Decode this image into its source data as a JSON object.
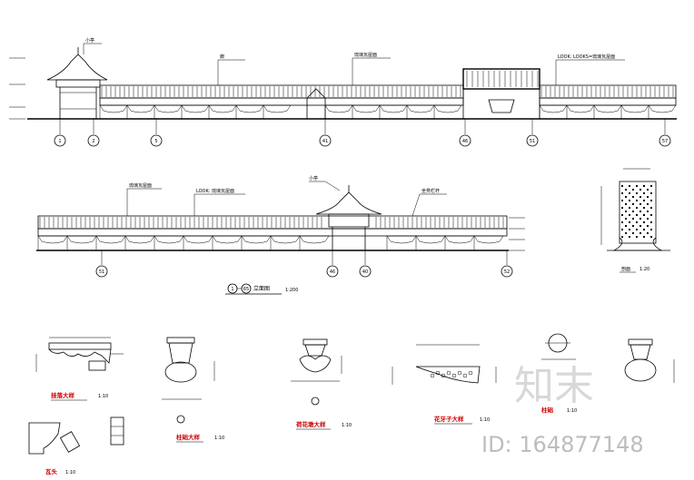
{
  "elevation1": {
    "axes": [
      "1",
      "2",
      "5",
      "41",
      "46",
      "51",
      "57"
    ],
    "callouts": [
      "小亭",
      "廊",
      "琉璃瓦屋面",
      "LOOK: LOOKS=琉璃瓦屋面"
    ]
  },
  "elevation2": {
    "axes": [
      "51",
      "46",
      "40",
      "52"
    ],
    "callouts": [
      "琉璃瓦屋面",
      "LOOK: 琉璃瓦屋面",
      "小亭",
      "坐凳栏杆"
    ],
    "title_marks": [
      "1",
      "65"
    ],
    "title_text": "立面图",
    "title_scale": "1:200"
  },
  "section": {
    "title": "剖面",
    "scale": "1:20"
  },
  "details": [
    {
      "title": "挂落大样",
      "scale": "1:10"
    },
    {
      "title": "柱础大样",
      "scale": "1:10"
    },
    {
      "title": "荷花墩大样",
      "scale": "1:10"
    },
    {
      "title": "花牙子大样",
      "scale": "1:10"
    },
    {
      "title": "柱础",
      "scale": "1:10"
    },
    {
      "title": "瓦头",
      "scale": "1:10"
    },
    {
      "title": "博古架",
      "scale": ""
    }
  ],
  "watermark": {
    "brand": "知末",
    "id": "ID: 164877148"
  }
}
